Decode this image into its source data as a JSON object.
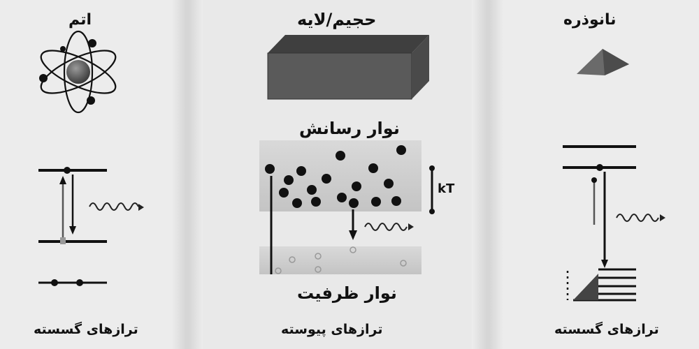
{
  "panels": {
    "atom": {
      "title": "اتم",
      "footer": "ترازهای گسسته"
    },
    "bulk": {
      "title": "حجیم/لایه",
      "conduction_band": "نوار رسانش",
      "valence_band": "نوار ظرفیت",
      "thermal_label": "kT",
      "footer": "ترازهای پیوسته"
    },
    "nano": {
      "title": "نانوذره",
      "footer": "ترازهای گسسته"
    }
  },
  "colors": {
    "background": "#ececec",
    "block_face": "#5a5a5a",
    "block_top": "#3f3f3f",
    "band_fill": "#cfcfcf",
    "electron": "#111111"
  },
  "icons": [
    "atom-icon",
    "bulk-block-icon",
    "nanoparticle-pyramid-icon",
    "photon-wave-icon"
  ]
}
